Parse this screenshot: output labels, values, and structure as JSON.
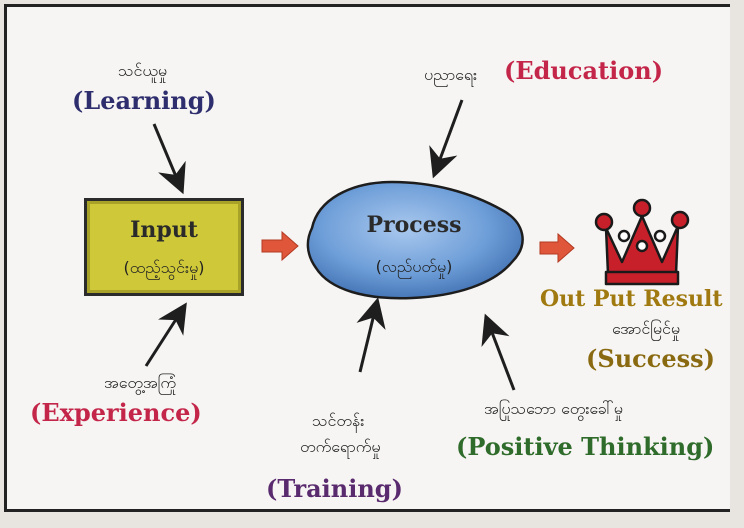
{
  "diagram": {
    "input": {
      "title": "Input",
      "subtitle": "(ထည့်သွင်းမှု)"
    },
    "process": {
      "title": "Process",
      "subtitle": "(လည်ပတ်မှု)"
    },
    "output": {
      "title": "Out Put Result",
      "subtitle_mm": "အောင်မြင်မှု",
      "subtitle_en": "(Success)"
    },
    "factors": {
      "learning": {
        "mm": "သင်ယူမှု",
        "en": "(Learning)"
      },
      "education": {
        "mm": "ပညာရေး",
        "en": "(Education)"
      },
      "experience": {
        "mm": "အတွေ့အကြုံ",
        "en": "(Experience)"
      },
      "training": {
        "mm_line1": "သင်တန်း",
        "mm_line2": "တက်ရောက်မှု",
        "en": "(Training)"
      },
      "positive_thinking": {
        "mm": "အပြုသဘော တွေးခေါ်မှု",
        "en": "(Positive Thinking)"
      }
    },
    "colors": {
      "input_fill": "#cfc93a",
      "process_fill": "#6e9ed8",
      "flow_arrow": "#e0563a",
      "crown": "#c8202a",
      "factor_red": "#c4264a",
      "positive_green": "#2f6b2a"
    },
    "icons": {
      "output_icon": "crown-icon"
    }
  }
}
